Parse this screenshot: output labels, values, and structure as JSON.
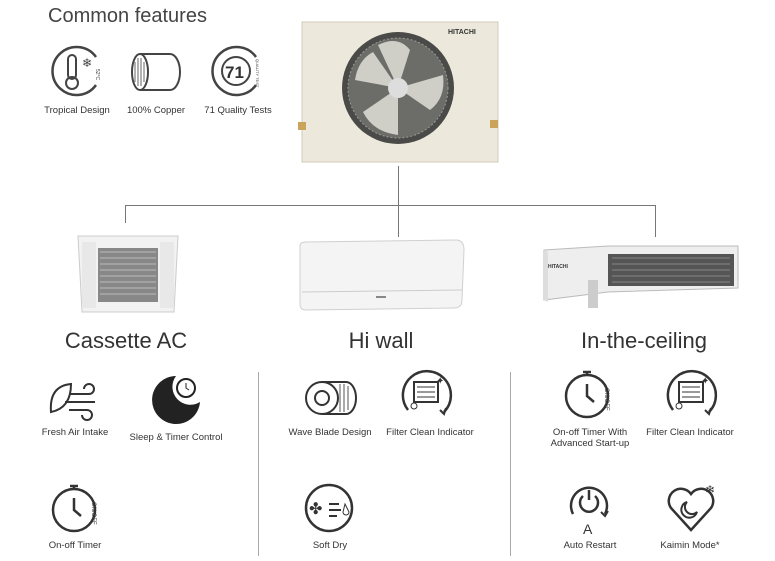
{
  "title": "Common features",
  "common": [
    {
      "label": "Tropical Design",
      "icon": "thermometer-snowflake-icon",
      "badge": "52°C"
    },
    {
      "label": "100% Copper",
      "icon": "copper-pipe-icon"
    },
    {
      "label": "71 Quality Tests",
      "icon": "quality-test-icon",
      "badge": "71",
      "badge_sub": "QUALITY TEST"
    }
  ],
  "outdoor": {
    "brand": "HITACHI"
  },
  "products": [
    {
      "name": "Cassette AC",
      "features": [
        {
          "label": "Fresh Air Intake"
        },
        {
          "label": "Sleep & Timer Control"
        },
        {
          "label": "On-off Timer",
          "badge": "ON/OFF"
        }
      ]
    },
    {
      "name": "Hi wall",
      "features": [
        {
          "label": "Wave Blade Design"
        },
        {
          "label": "Filter Clean Indicator"
        },
        {
          "label": "Soft Dry"
        }
      ]
    },
    {
      "name": "In-the-ceiling",
      "brand": "HITACHI",
      "features": [
        {
          "label": "On-off Timer With Advanced Start-up",
          "badge": "ON/OFF"
        },
        {
          "label": "Filter Clean Indicator"
        },
        {
          "label": "Auto Restart",
          "badge": "A"
        },
        {
          "label": "Kaimin Mode*"
        }
      ]
    }
  ]
}
